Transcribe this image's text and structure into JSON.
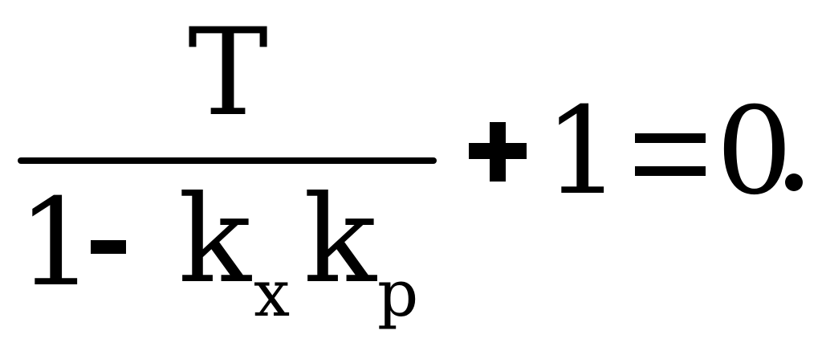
{
  "equation": {
    "numerator": "T",
    "denominator": {
      "term1": "1",
      "operator": "-",
      "factor1": "k",
      "factor1_subscript": "x",
      "factor2": "k",
      "factor2_subscript": "p"
    },
    "plus": "+",
    "constant": "1",
    "equals": "=",
    "rhs": "0",
    "period": "."
  }
}
